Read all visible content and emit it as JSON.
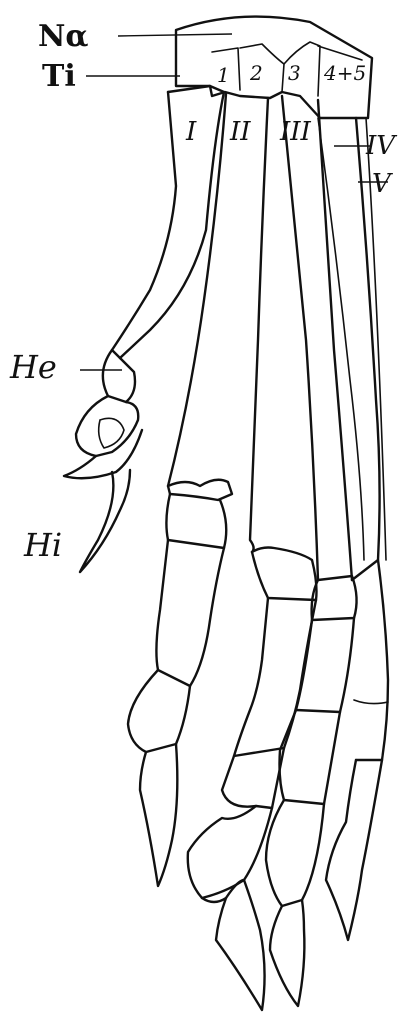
{
  "labels": {
    "navicular": "Nα",
    "tibiale": "Ti",
    "hallux_external": "He",
    "hallux_internal": "Hi"
  },
  "tarsals": [
    "1",
    "2",
    "3",
    "4+5"
  ],
  "metatarsals": [
    "I",
    "II",
    "III",
    "IV",
    "V"
  ]
}
